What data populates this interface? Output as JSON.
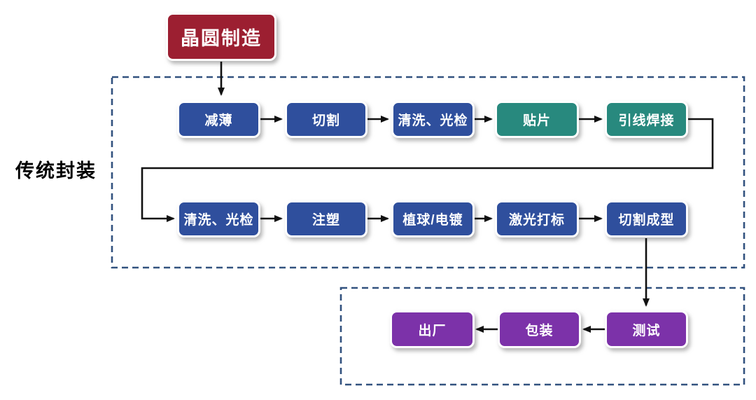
{
  "section_label": "传统封装",
  "colors": {
    "wafer_red": "#9c1f31",
    "process_blue": "#2f4f9d",
    "assembly_teal": "#28897e",
    "backend_purple": "#7c32a9",
    "dashed_border_blue": "#32527f",
    "arrow_black": "#111111",
    "node_text": "#ffffff"
  },
  "nodes": {
    "wafer": {
      "label": "晶圆制造"
    },
    "row1": [
      {
        "label": "减薄"
      },
      {
        "label": "切割"
      },
      {
        "label": "清洗、光检"
      },
      {
        "label": "贴片"
      },
      {
        "label": "引线焊接"
      }
    ],
    "row2": [
      {
        "label": "清洗、光检"
      },
      {
        "label": "注塑"
      },
      {
        "label": "植球/电镀"
      },
      {
        "label": "激光打标"
      },
      {
        "label": "切割成型"
      }
    ],
    "row3": [
      {
        "label": "出厂"
      },
      {
        "label": "包装"
      },
      {
        "label": "测试"
      }
    ]
  }
}
